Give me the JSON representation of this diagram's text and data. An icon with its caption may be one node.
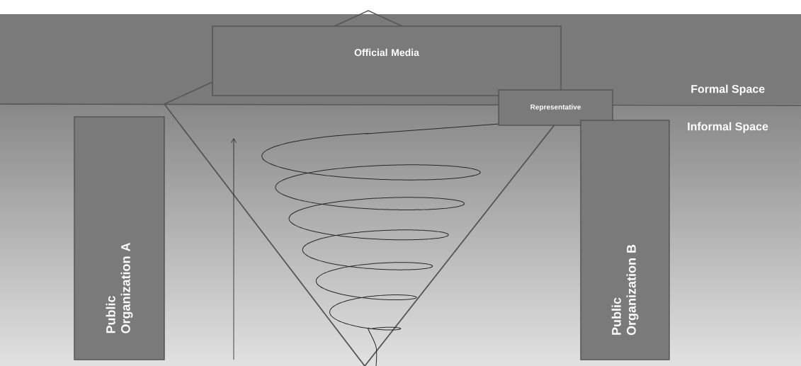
{
  "diagram": {
    "nodes": [
      {
        "text": [
          "Official Media"
        ]
      },
      {
        "text": [
          "Representative"
        ]
      },
      {
        "text": [
          "Public Organization A"
        ]
      },
      {
        "text": [
          "Public Organization B"
        ]
      }
    ],
    "labels": [
      "Formal Space",
      "Informal Space"
    ]
  }
}
